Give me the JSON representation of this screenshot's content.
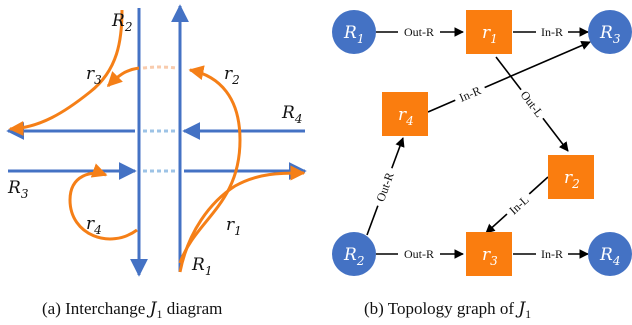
{
  "colors": {
    "road": "#4472c4",
    "ramp": "#f57f17",
    "road_node": "#4472c4",
    "ramp_node": "#fa7d0f",
    "edge": "#000000",
    "text": "#111111"
  },
  "left_panel": {
    "roads": [
      {
        "main": "R",
        "sub": "2"
      },
      {
        "main": "R",
        "sub": "4"
      },
      {
        "main": "R",
        "sub": "3"
      },
      {
        "main": "R",
        "sub": "1"
      }
    ],
    "ramps": [
      {
        "main": "r",
        "sub": "3"
      },
      {
        "main": "r",
        "sub": "2"
      },
      {
        "main": "r",
        "sub": "4"
      },
      {
        "main": "r",
        "sub": "1"
      }
    ],
    "caption_prefix": "(a) Interchange ",
    "caption_symbol": "J",
    "caption_sub": "1",
    "caption_suffix": " diagram"
  },
  "right_panel": {
    "road_nodes": [
      {
        "main": "R",
        "sub": "1"
      },
      {
        "main": "R",
        "sub": "3"
      },
      {
        "main": "R",
        "sub": "2"
      },
      {
        "main": "R",
        "sub": "4"
      }
    ],
    "ramp_nodes": [
      {
        "main": "r",
        "sub": "1"
      },
      {
        "main": "r",
        "sub": "4"
      },
      {
        "main": "r",
        "sub": "2"
      },
      {
        "main": "r",
        "sub": "3"
      }
    ],
    "edges": [
      {
        "label": "Out-R"
      },
      {
        "label": "In-R"
      },
      {
        "label": "In-R"
      },
      {
        "label": "Out-L"
      },
      {
        "label": "Out-R"
      },
      {
        "label": "In-L"
      },
      {
        "label": "Out-R"
      },
      {
        "label": "In-R"
      }
    ],
    "caption_prefix": "(b) Topology graph of ",
    "caption_symbol": "J",
    "caption_sub": "1"
  }
}
